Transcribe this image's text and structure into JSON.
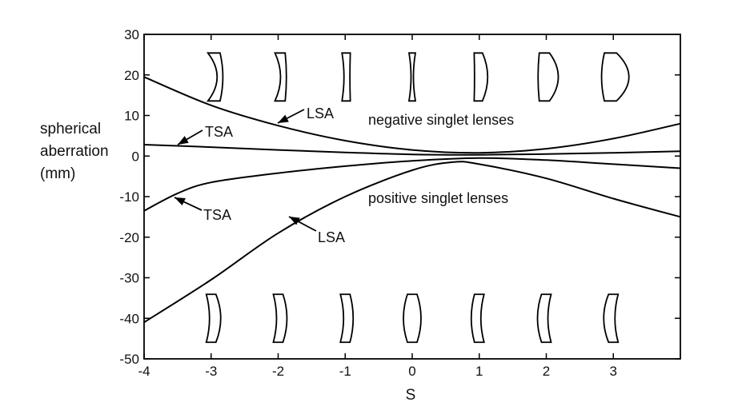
{
  "chart_data": {
    "type": "line",
    "xlabel": "S",
    "ylabel_lines": [
      "spherical",
      "aberration",
      "(mm)"
    ],
    "xlim": [
      -4,
      4
    ],
    "ylim": [
      -50,
      30
    ],
    "xticks": [
      -4,
      -3,
      -2,
      -1,
      0,
      1,
      2,
      3
    ],
    "yticks": [
      30,
      20,
      10,
      0,
      -10,
      -20,
      -30,
      -40,
      -50
    ],
    "grid": false,
    "series": [
      {
        "name": "LSA",
        "group": "negative",
        "x": [
          -4,
          -3,
          -2,
          -1,
          0,
          1,
          2,
          3,
          4
        ],
        "y": [
          19.5,
          12.5,
          7.5,
          3.8,
          1.5,
          0.8,
          1.8,
          4.3,
          8.0
        ]
      },
      {
        "name": "TSA",
        "group": "negative",
        "x": [
          -4,
          -3,
          -2,
          -1,
          0,
          1,
          2,
          3,
          4
        ],
        "y": [
          2.8,
          2.2,
          1.5,
          0.9,
          0.4,
          0.3,
          0.5,
          0.8,
          1.2
        ]
      },
      {
        "name": "TSA",
        "group": "positive",
        "x": [
          -4,
          -3.5,
          -3,
          -2,
          -1,
          0,
          1,
          2,
          3,
          4
        ],
        "y": [
          -13.5,
          -9.2,
          -6.5,
          -4.2,
          -2.5,
          -1.2,
          -0.5,
          -1.0,
          -2.0,
          -3.0
        ]
      },
      {
        "name": "LSA",
        "group": "positive",
        "x": [
          -4,
          -3,
          -2,
          -1,
          0,
          0.6,
          1,
          2,
          3,
          4
        ],
        "y": [
          -41.0,
          -30.5,
          -19.0,
          -10.0,
          -3.5,
          -1.5,
          -2.0,
          -5.5,
          -10.5,
          -15.0
        ]
      }
    ],
    "annotations": [
      {
        "text": "LSA",
        "series": 0
      },
      {
        "text": "TSA",
        "series": 1
      },
      {
        "text": "TSA",
        "series": 2
      },
      {
        "text": "LSA",
        "series": 3
      },
      {
        "text": "negative singlet lenses"
      },
      {
        "text": "positive singlet lenses"
      }
    ],
    "lens_rows": {
      "top": {
        "kind": "negative",
        "shapes": [
          -3,
          -2,
          -1,
          0,
          1,
          2,
          3
        ]
      },
      "bottom": {
        "kind": "positive",
        "shapes": [
          -3,
          -2,
          -1,
          0,
          1,
          2,
          3
        ]
      }
    }
  }
}
